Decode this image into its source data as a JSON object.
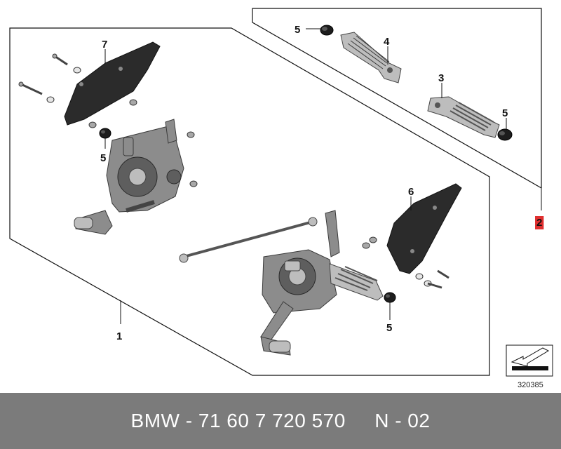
{
  "diagram": {
    "callouts": {
      "part_1": "1",
      "part_2": "2",
      "part_3": "3",
      "part_4": "4",
      "part_5_top": "5",
      "part_5_right": "5",
      "part_5_left": "5",
      "part_5_bottom": "5",
      "part_6": "6",
      "part_7": "7"
    },
    "highlight_color": "#e03030",
    "diagram_number": "320385"
  },
  "footer": {
    "brand": "BMW",
    "separator": " - ",
    "part_number": "71 60 7 720 570",
    "note": "N - 02",
    "background": "#7b7b7b"
  }
}
